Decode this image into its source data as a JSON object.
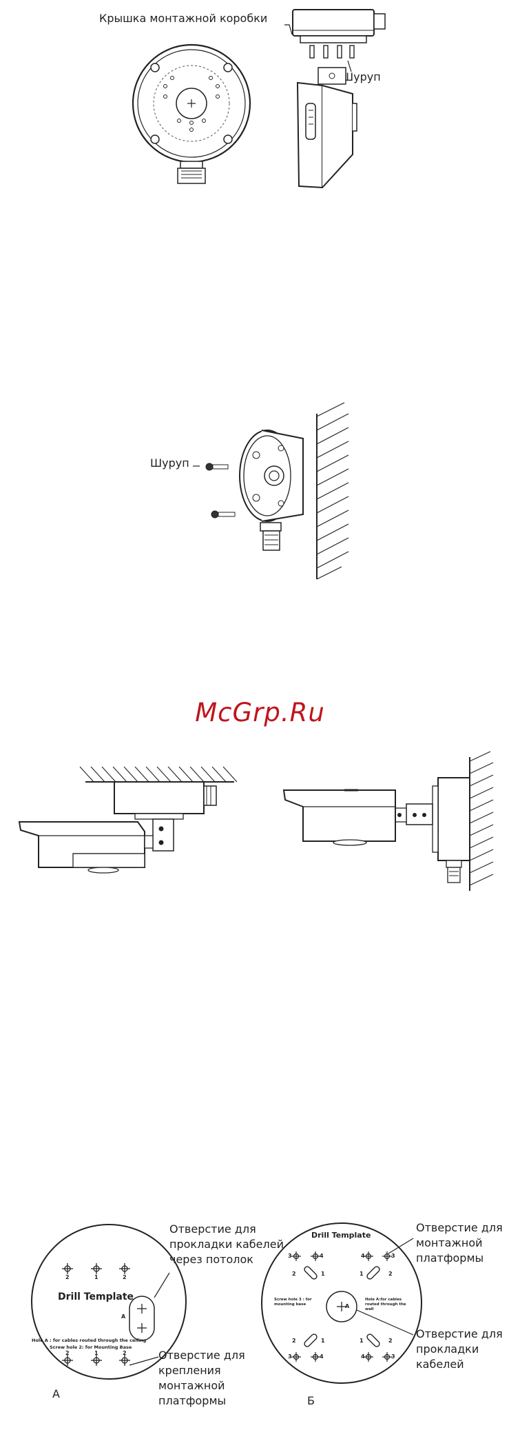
{
  "figure1": {
    "lid_label": "Крышка монтажной коробки",
    "screw_label": "Шуруп"
  },
  "figure2": {
    "screw_label": "Шуруп"
  },
  "watermark": "McGrp.Ru",
  "templates": {
    "a": {
      "title": "Drill Template",
      "hole_a_mark": "A",
      "note_line1": "Hole A : for cables routed through the ceiling",
      "note_line2": "Screw hole 2: for Mounting Base",
      "callout_top": "Отверстие для прокладки кабелей через потолок",
      "callout_bottom": "Отверстие для крепления монтажной платформы",
      "caption": "А",
      "hole_numbers_top": [
        "2",
        "1",
        "2"
      ],
      "hole_numbers_bottom": [
        "2",
        "1",
        "2"
      ]
    },
    "b": {
      "title": "Drill Template",
      "note_left": "Screw hole 3 : for mounting base",
      "note_right": "Hole A:for cables routed through the wall",
      "hole_a_mark": "A",
      "callout_top": "Отверстие для монтажной платформы",
      "callout_bottom": "Отверстие для прокладки кабелей",
      "caption": "Б",
      "hole_labels": [
        "3",
        "4",
        "4",
        "3",
        "2",
        "1",
        "1",
        "2",
        "2",
        "1",
        "1",
        "2",
        "3",
        "4",
        "4",
        "3"
      ]
    }
  }
}
